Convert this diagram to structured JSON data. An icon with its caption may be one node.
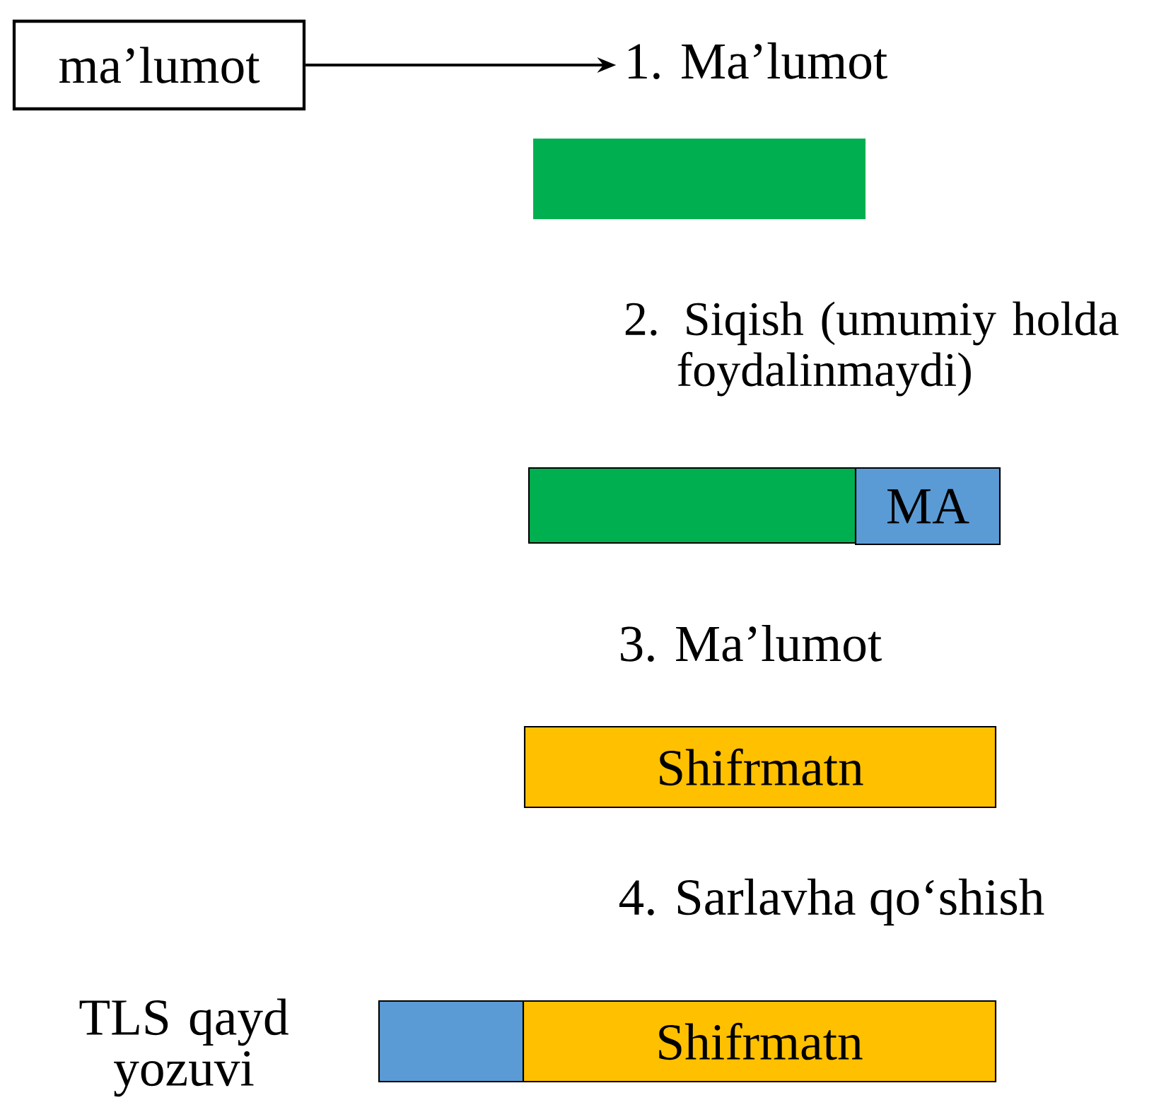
{
  "diagram": {
    "nodes": [
      {
        "text": [
          "ma’lumot"
        ]
      },
      {
        "text": [
          "1.  Ma’lumot"
        ]
      },
      {
        "text": [],
        "shape": "bar"
      },
      {
        "text": [],
        "shape": "bar"
      },
      {
        "text": [
          "MA"
        ]
      },
      {
        "text": [
          "Shifrmatn"
        ]
      },
      {
        "text": [],
        "shape": "bar"
      },
      {
        "text": [
          "Shifrmatn"
        ]
      }
    ],
    "edges": [
      {
        "from": 0,
        "to": 1,
        "arrow": "to"
      }
    ],
    "labels": [
      "2.  Siqish (umumiy holda foydalinmaydi)",
      "3.  Ma’lumot",
      "4.  Sarlavha qo‘shish",
      "TLS qayd yozuvi"
    ]
  }
}
